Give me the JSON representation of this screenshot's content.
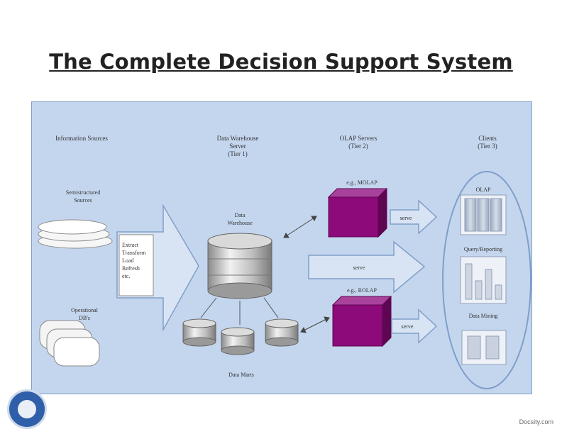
{
  "title": "The Complete Decision Support System",
  "columns": {
    "sources": "Information Sources",
    "dw_server": "Data Warehouse\nServer\n(Tier 1)",
    "olap_servers": "OLAP Servers\n(Tier 2)",
    "clients": "Clients\n(Tier 3)"
  },
  "labels": {
    "semistructured": "Semistructured\nSources",
    "operational": "Operational\nDB's",
    "etl_steps": "Extract\nTransform\nLoad\nRefresh\netc.",
    "data_warehouse": "Data\nWarehouse",
    "data_marts": "Data Marts",
    "rolap": "e.g., MOLAP",
    "molap": "e.g., ROLAP",
    "serve_top": "serve",
    "serve_mid": "serve",
    "serve_bottom": "serve",
    "client_olap": "OLAP",
    "client_query": "Query/Reporting",
    "client_mining": "Data Mining"
  },
  "footer": "Docsity.com",
  "colors": {
    "panel": "#c4d6ee",
    "cube": "#8c0a7a",
    "cube_top": "#a8429b",
    "cube_side": "#5e0652"
  }
}
